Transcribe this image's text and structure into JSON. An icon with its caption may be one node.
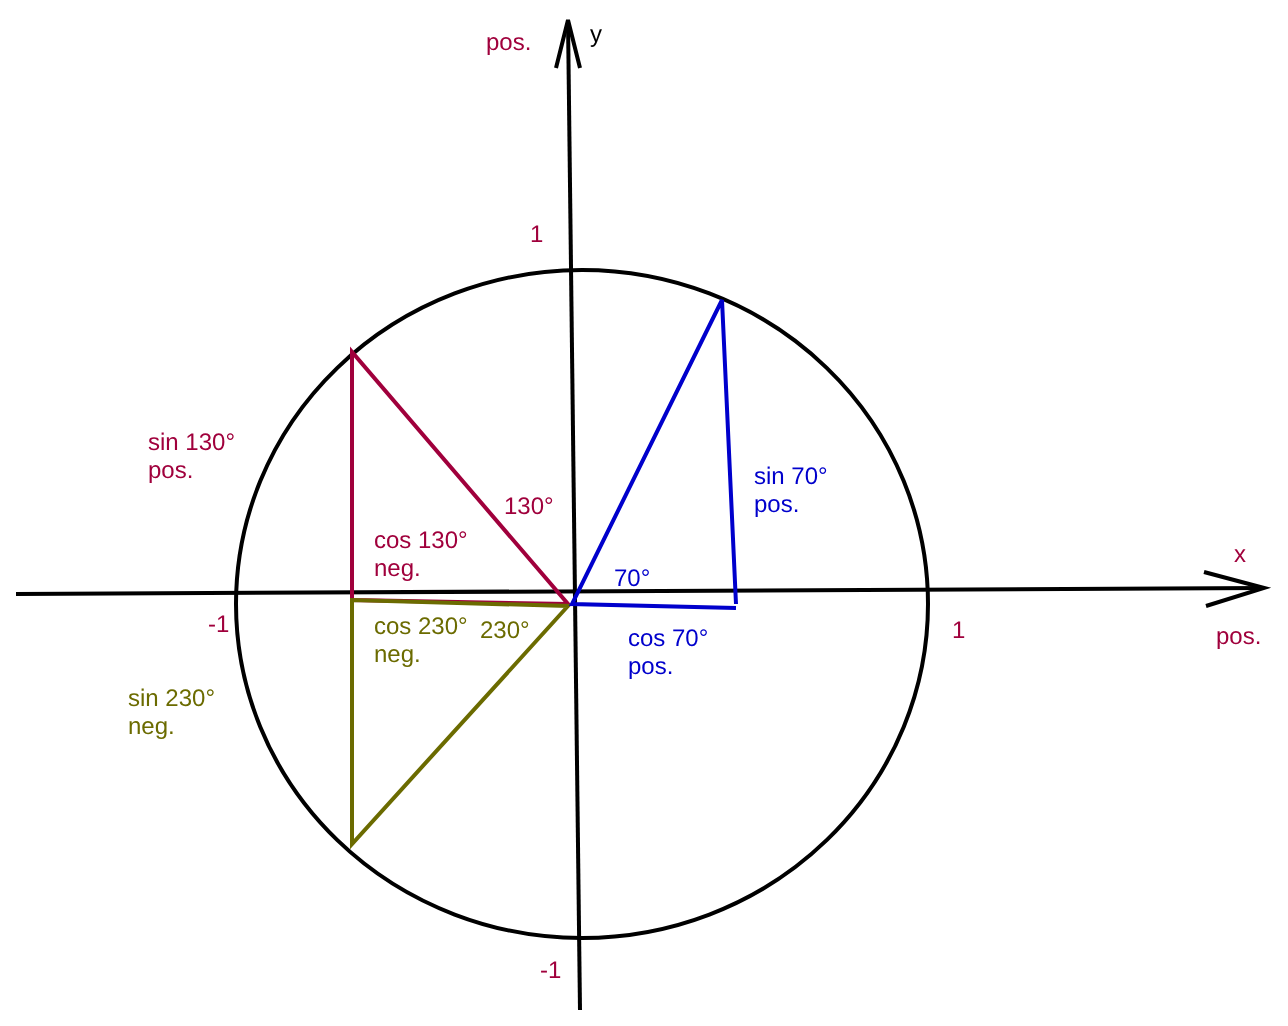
{
  "diagram": {
    "labels": [
      "pos.",
      "y",
      "1",
      "sin 130° pos.",
      "130°",
      "sin 70° pos.",
      "x",
      "cos 130° neg.",
      "70°",
      "-1",
      "cos 230° neg.",
      "230°",
      "cos 70° pos.",
      "1",
      "pos.",
      "sin 230° neg.",
      "-1"
    ]
  }
}
